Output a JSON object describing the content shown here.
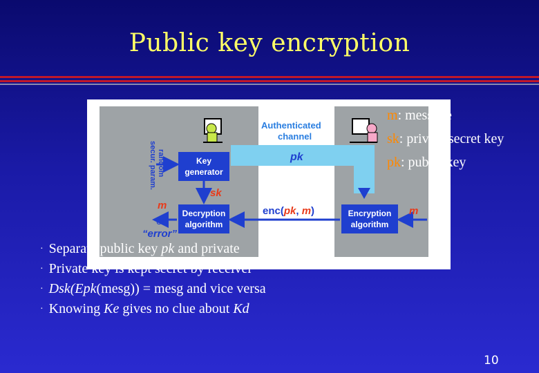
{
  "title": "Public key encryption",
  "diagram": {
    "channel_label_1": "Authenticated",
    "channel_label_2": "channel",
    "pk": "pk",
    "sk": "sk",
    "random_1": "random",
    "random_2": "secur. param.",
    "keygen_1": "Key",
    "keygen_2": "generator",
    "dec_1": "Decryption",
    "dec_2": "algorithm",
    "enc_1": "Encryption",
    "enc_2": "algorithm",
    "enc_label_a": "enc(",
    "enc_label_pk": "pk",
    "enc_label_sep": ", ",
    "enc_label_m": "m",
    "enc_label_b": ")",
    "m_left": "m",
    "or": "or",
    "error": "“error”",
    "m_right": "m"
  },
  "bullets": [
    {
      "pre": "Separate public key ",
      "em": "pk",
      "post": " and private"
    },
    {
      "pre": "Private key is kept secret by receiver",
      "em": "",
      "post": ""
    },
    {
      "pre": "",
      "em": "Dsk(Epk",
      "post": "(mesg)) = mesg and vice versa"
    },
    {
      "pre": "Knowing ",
      "em": "Ke",
      "post": " gives no clue about "
    }
  ],
  "bullet4_tail": "Kd",
  "bullet_marker": "·",
  "legend": [
    {
      "key": "m",
      "text": ": message"
    },
    {
      "key": "sk",
      "text": ": private secret key"
    },
    {
      "key": "pk",
      "text": ": public  key"
    }
  ],
  "page_number": "10"
}
